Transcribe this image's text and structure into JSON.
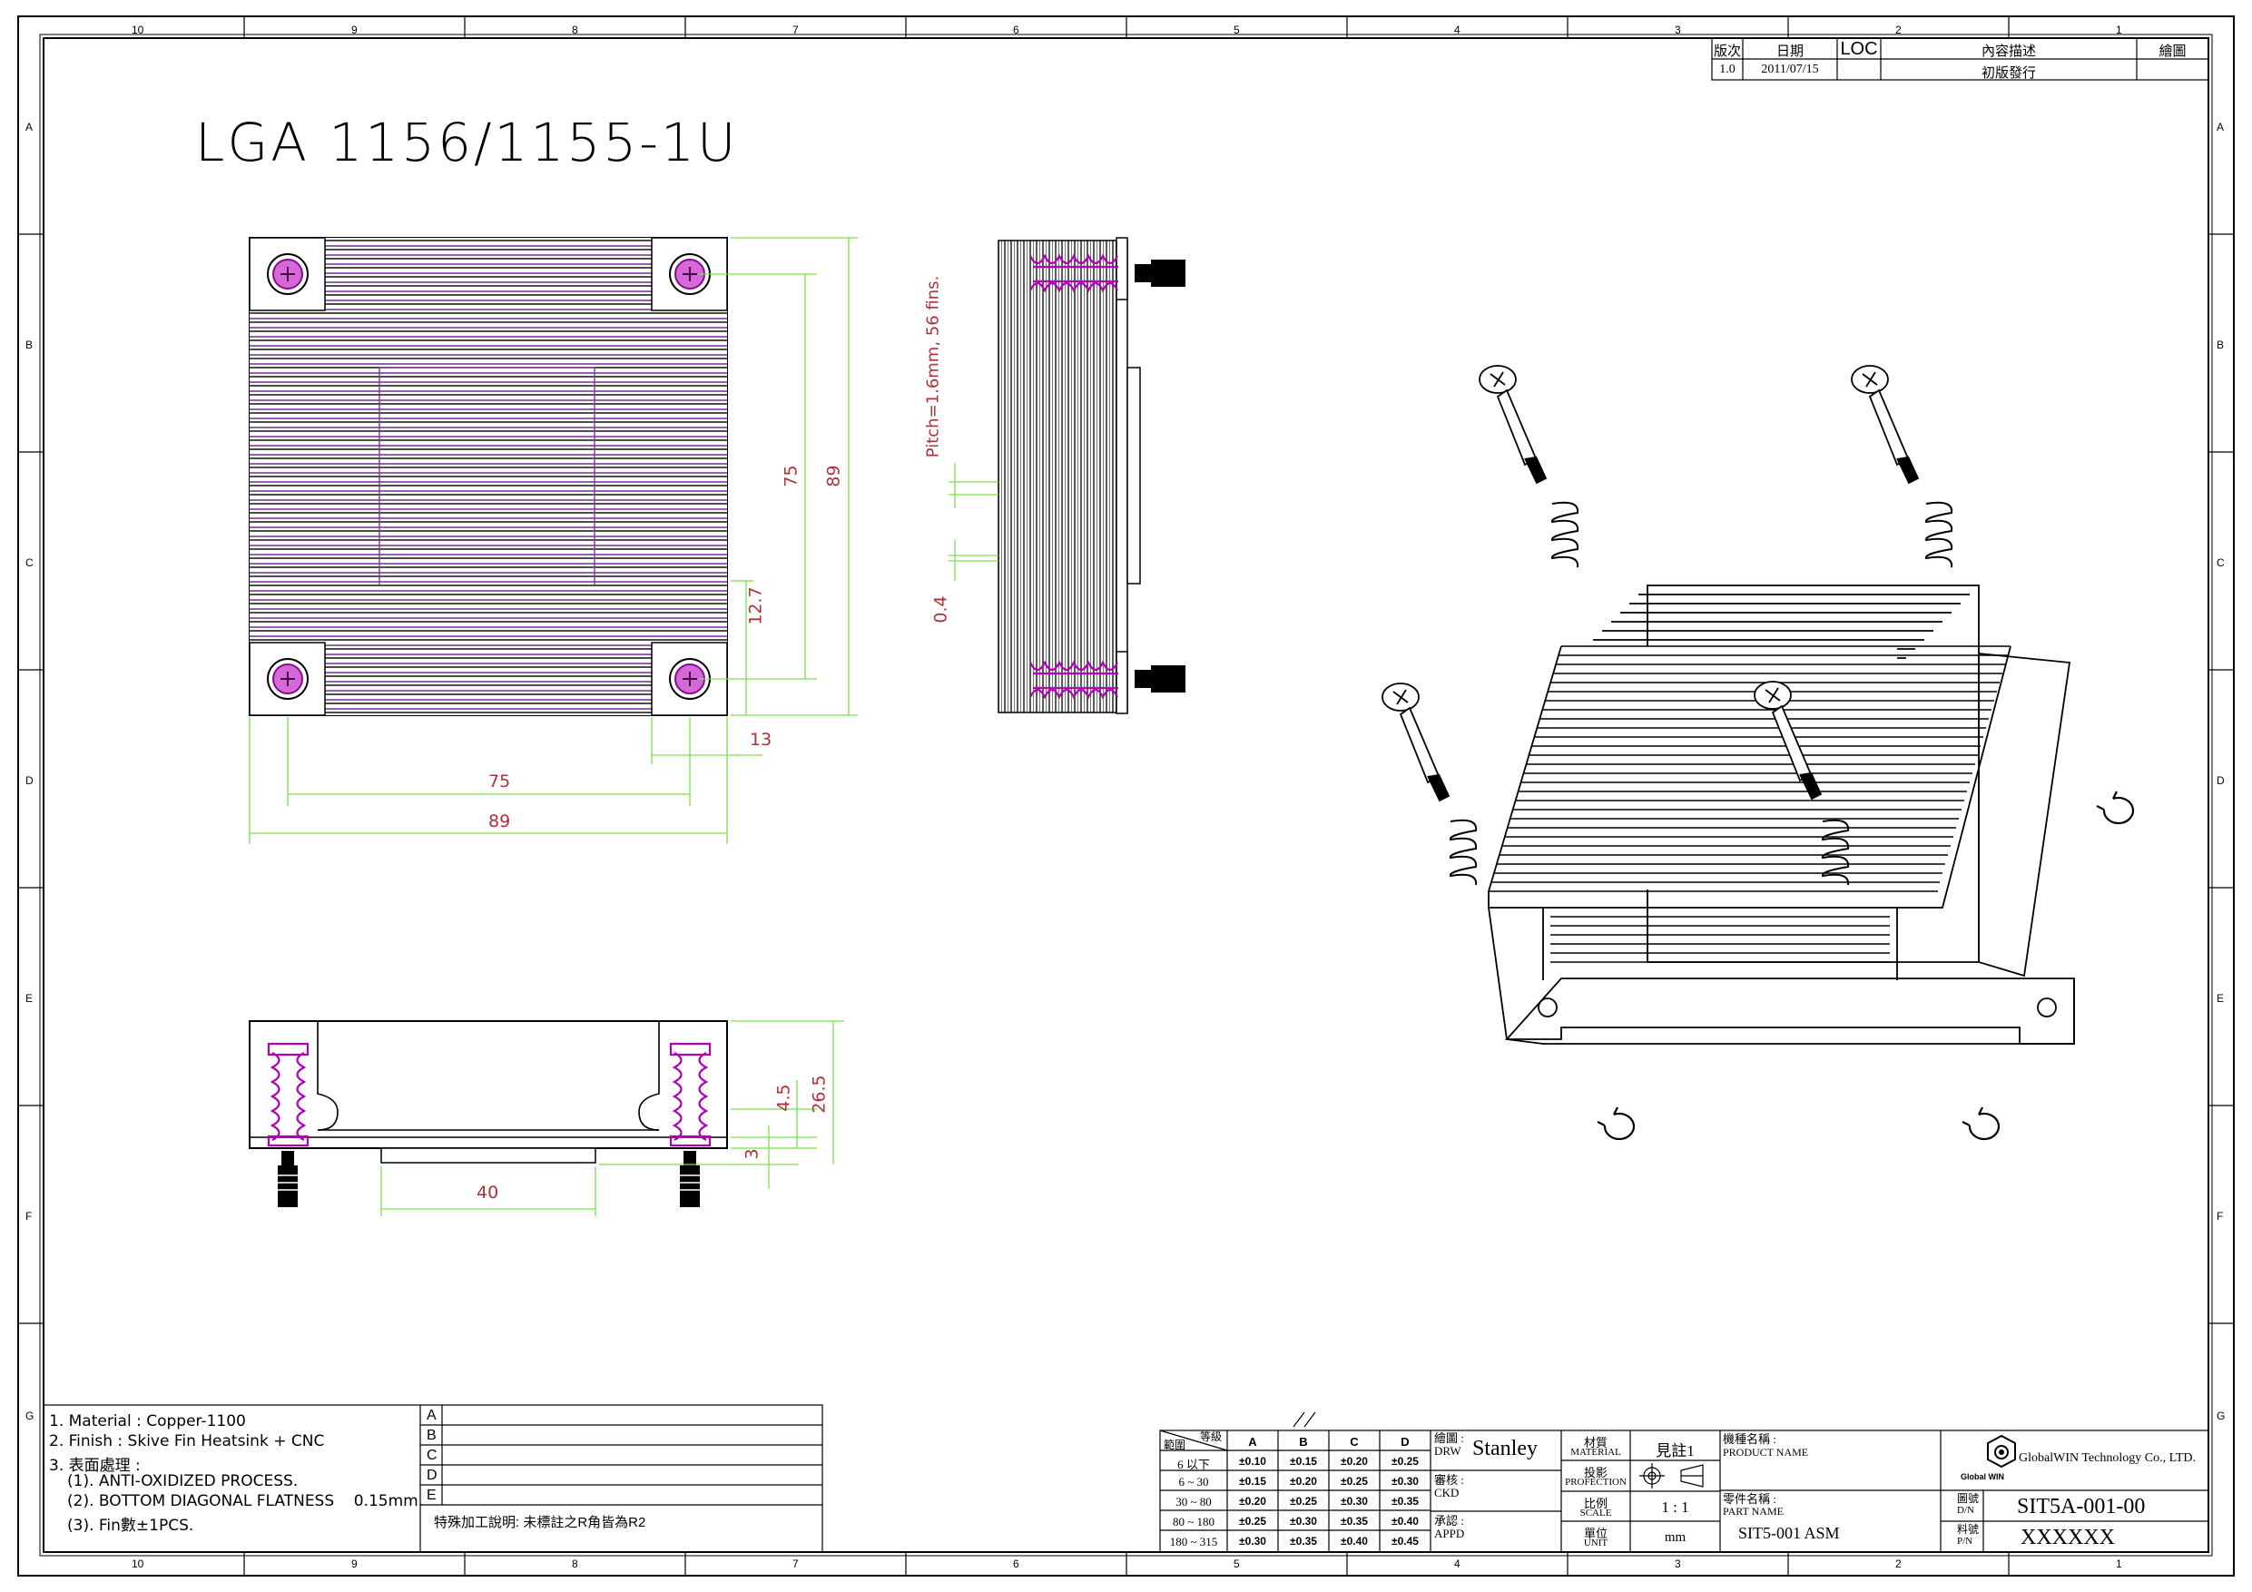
{
  "title": "LGA 1156/1155-1U",
  "zones": {
    "columns": [
      "10",
      "9",
      "8",
      "7",
      "6",
      "5",
      "4",
      "3",
      "2",
      "1"
    ],
    "rows": [
      "A",
      "B",
      "C",
      "D",
      "E",
      "F",
      "G"
    ]
  },
  "revision_block": {
    "headers": [
      "版次",
      "日期",
      "LOC",
      "內容描述",
      "繪圖"
    ],
    "rows": [
      [
        "1.0",
        "2011/07/15",
        "",
        "初版發行",
        ""
      ]
    ]
  },
  "dimensions": {
    "top_view": {
      "v75": "75",
      "v89": "89",
      "v12_7": "12.7",
      "h75": "75",
      "h89": "89",
      "h13": "13"
    },
    "side_view": {
      "pitch": "Pitch=1.6mm, 56 fins.",
      "gap": "0.4"
    },
    "front_view": {
      "h40": "40",
      "v4_5": "4.5",
      "v26_5": "26.5",
      "v3": "3"
    }
  },
  "notes": [
    "1. Material : Copper-1100",
    "2. Finish : Skive Fin Heatsink + CNC",
    "3. 表面處理 :",
    "(1). ANTI-OXIDIZED PROCESS.",
    "(2). BOTTOM DIAGONAL FLATNESS    0.15mm.",
    "(3). Fin數±1PCS."
  ],
  "notes_table": {
    "rows": [
      "A",
      "B",
      "C",
      "D",
      "E"
    ],
    "special": "特殊加工說明: 未標註之R角皆為R2"
  },
  "tolerance_table": {
    "corner_top": "等級",
    "corner_bottom": "範圍",
    "grades": [
      "A",
      "B",
      "C",
      "D"
    ],
    "rows": [
      {
        "range": "6 以下",
        "vals": [
          "±0.10",
          "±0.15",
          "±0.20",
          "±0.25"
        ]
      },
      {
        "range": "6 ~ 30",
        "vals": [
          "±0.15",
          "±0.20",
          "±0.25",
          "±0.30"
        ]
      },
      {
        "range": "30 ~ 80",
        "vals": [
          "±0.20",
          "±0.25",
          "±0.30",
          "±0.35"
        ]
      },
      {
        "range": "80 ~ 180",
        "vals": [
          "±0.25",
          "±0.30",
          "±0.35",
          "±0.40"
        ]
      },
      {
        "range": "180 ~ 315",
        "vals": [
          "±0.30",
          "±0.35",
          "±0.40",
          "±0.45"
        ]
      }
    ]
  },
  "title_block": {
    "drw_label_cn": "繪圖 :",
    "drw_label": "DRW",
    "drw_value": "Stanley",
    "ckd_label_cn": "審核 :",
    "ckd_label": "CKD",
    "appd_label_cn": "承認 :",
    "appd_label": "APPD",
    "material_cn": "材質",
    "material": "MATERIAL",
    "material_value": "見註1",
    "projection_cn": "投影",
    "projection": "PROFECTION",
    "scale_cn": "比例",
    "scale": "SCALE",
    "scale_value": "1 : 1",
    "unit_cn": "單位",
    "unit": "UNIT",
    "unit_value": "mm",
    "product_name_cn": "機種名稱 :",
    "product_name": "PRODUCT NAME",
    "part_name_cn": "零件名稱 :",
    "part_name": "PART NAME",
    "part_name_value": "SIT5-001 ASM",
    "company": "GlobalWIN Technology Co., LTD.",
    "logo_text": "Global WIN",
    "dn_cn": "圖號",
    "dn": "D/N",
    "dn_value": "SIT5A-001-00",
    "pn_cn": "料號",
    "pn": "P/N",
    "pn_value": "XXXXXX"
  },
  "colors": {
    "line": "#000000",
    "dimension": "#b0303a",
    "extension": "#7ce04a",
    "spring": "#b300b3",
    "hidden": "#7a3a9a"
  }
}
